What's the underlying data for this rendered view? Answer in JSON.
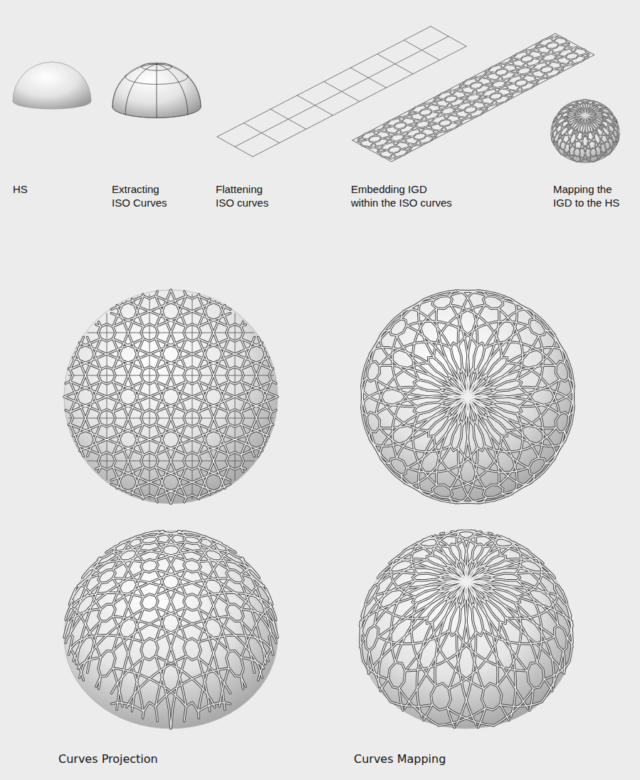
{
  "diagram": {
    "labels": [
      "HS",
      "Extracting ISO Curves",
      "Flattening ISO curves",
      "Embedding IGD within the ISO curves",
      "Mapping the IGD to the HS",
      "Curves Projection",
      "Curves Mapping"
    ]
  }
}
